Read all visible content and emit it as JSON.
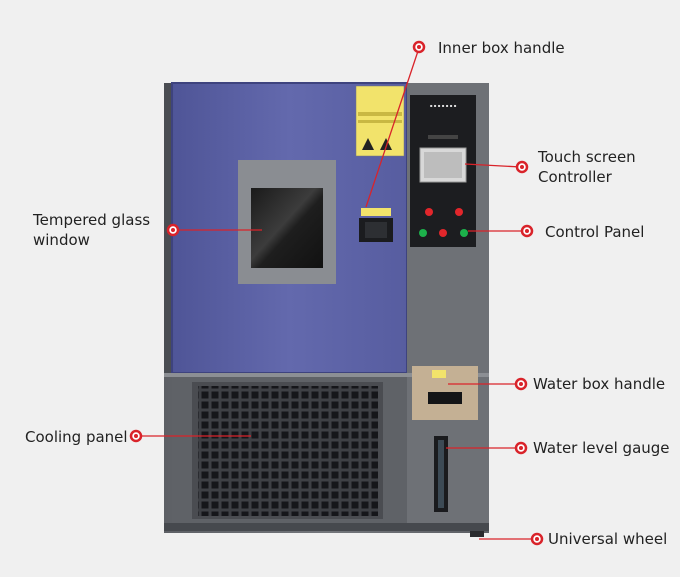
{
  "callouts": [
    {
      "key": "inner_box_handle",
      "text": "Inner box handle"
    },
    {
      "key": "touch_screen",
      "lines": [
        "Touch screen",
        "Controller"
      ]
    },
    {
      "key": "tempered_glass",
      "lines": [
        "Tempered glass",
        "window"
      ]
    },
    {
      "key": "control_panel",
      "text": "Control Panel"
    },
    {
      "key": "water_box_handle",
      "text": "Water box handle"
    },
    {
      "key": "cooling_panel",
      "text": "Cooling panel"
    },
    {
      "key": "water_level",
      "text": "Water level gauge"
    },
    {
      "key": "universal_wheel",
      "text": "Universal wheel"
    }
  ],
  "colors": {
    "background": "#f0f0f0",
    "door": "#5e64a8",
    "cabinet": "#6b6e73",
    "cabinet_dark": "#55585d",
    "callout_line": "#d9232a",
    "callout_dot": "#d9232a",
    "label_text": "#222222"
  }
}
